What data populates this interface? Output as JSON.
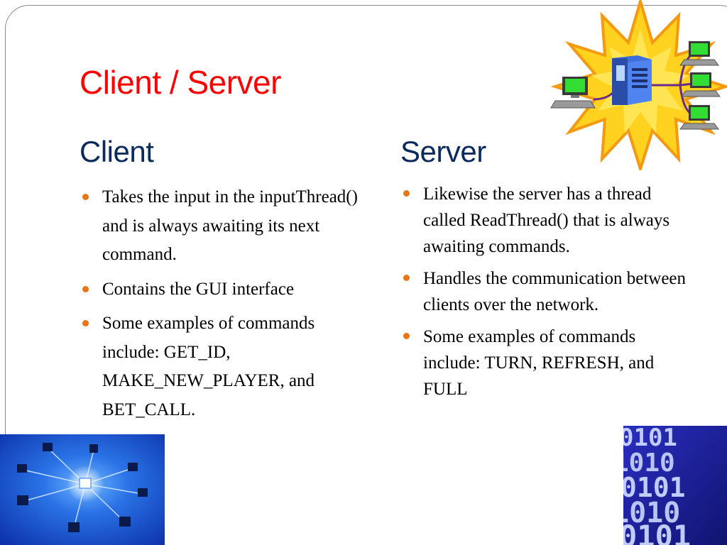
{
  "slide": {
    "title": "Client / Server",
    "client": {
      "heading": "Client",
      "bullets": [
        "Takes the input in the inputThread() and is always awaiting its next command.",
        "Contains the GUI interface",
        "Some examples of commands include: GET_ID, MAKE_NEW_PLAYER, and BET_CALL."
      ]
    },
    "server": {
      "heading": "Server",
      "bullets": [
        "Likewise the server has a thread called ReadThread() that is always awaiting commands.",
        "Handles the communication between clients over the network.",
        "Some examples of commands include:  TURN, REFRESH, and FULL"
      ]
    }
  },
  "images": {
    "top_right": "server-network-starburst-clipart",
    "bottom_left": "blue-network-nodes-image",
    "bottom_right": "binary-digits-image"
  },
  "colors": {
    "title": "#ff0000",
    "heading": "#0b2b5e",
    "bullet": "#e8751a",
    "starburst": "#ffd21f",
    "network_blue": "#1a5cd6",
    "binary_blue": "#3b3fd9"
  }
}
